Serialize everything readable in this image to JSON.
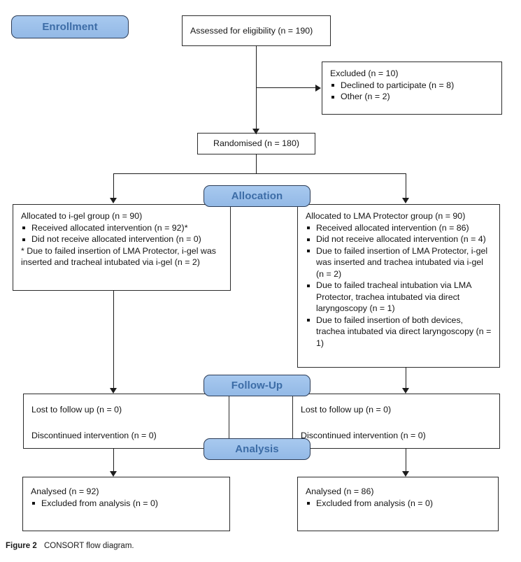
{
  "figure": {
    "label": "Figure 2",
    "caption": "CONSORT flow diagram."
  },
  "colors": {
    "stage_fill": "#9CC0EA",
    "stage_text": "#3C6CA6",
    "stage_border": "#2C3C56",
    "box_border": "#2B2B2B",
    "line": "#1D1D1D",
    "text": "#141414"
  },
  "stages": {
    "enrollment": "Enrollment",
    "allocation": "Allocation",
    "followup": "Follow-Up",
    "analysis": "Analysis"
  },
  "nodes": {
    "assessed": {
      "text": "Assessed for eligibility (n = 190)"
    },
    "excluded": {
      "heading": "Excluded (n = 10)",
      "items": [
        "Declined to participate (n = 8)",
        "Other (n = 2)"
      ]
    },
    "randomised": {
      "text": "Randomised (n = 180)"
    },
    "alloc_left": {
      "heading": "Allocated to i-gel group (n = 90)",
      "items": [
        "Received allocated intervention (n = 92)*",
        "Did not receive allocated intervention (n = 0)"
      ],
      "footnote": "* Due to failed insertion of LMA Protector, i-gel was inserted and tracheal intubated via i-gel (n = 2)"
    },
    "alloc_right": {
      "heading": "Allocated to LMA Protector group (n = 90)",
      "item1": "Received allocated intervention (n = 86)",
      "item2": "Did not receive allocated intervention (n = 4)",
      "subitems": [
        "Due to failed insertion of LMA Protector, i-gel was inserted and trachea intubated via i-gel (n = 2)",
        "Due to failed tracheal intubation via LMA Protector, trachea intubated via direct laryngoscopy (n = 1)",
        "Due to failed insertion of both devices, trachea intubated via direct laryngoscopy (n = 1)"
      ]
    },
    "follow_left": {
      "line1": "Lost to follow up (n = 0)",
      "line2": "Discontinued intervention (n = 0)"
    },
    "follow_right": {
      "line1": "Lost to follow up (n = 0)",
      "line2": "Discontinued intervention (n = 0)"
    },
    "analysis_left": {
      "heading": "Analysed (n = 92)",
      "items": [
        "Excluded from analysis (n = 0)"
      ]
    },
    "analysis_right": {
      "heading": "Analysed (n = 86)",
      "items": [
        "Excluded from analysis (n = 0)"
      ]
    }
  }
}
